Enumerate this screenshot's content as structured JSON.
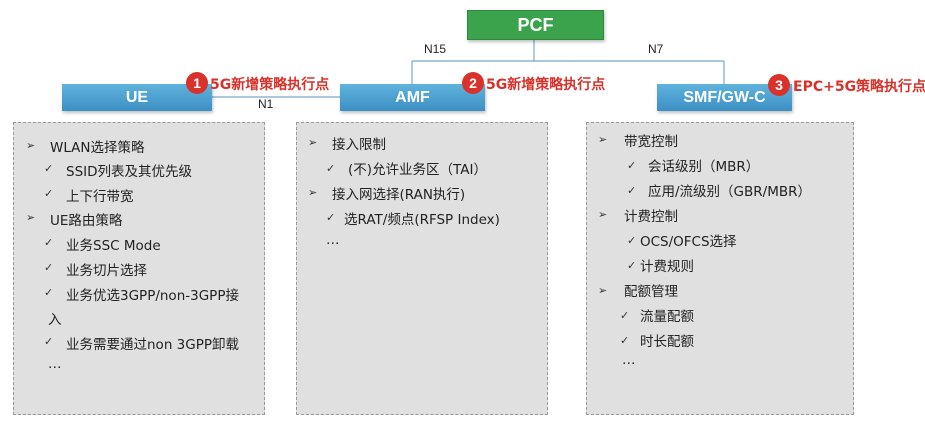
{
  "nodes": {
    "pcf": "PCF",
    "ue": "UE",
    "amf": "AMF",
    "smf": "SMF/GW-C"
  },
  "interfaces": {
    "n15": "N15",
    "n7": "N7",
    "n1": "N1"
  },
  "points": [
    {
      "num": "1",
      "label": "5G新增策略执行点"
    },
    {
      "num": "2",
      "label": "5G新增策略执行点"
    },
    {
      "num": "3",
      "label": "EPC+5G策略执行点"
    }
  ],
  "markers": {
    "level1": "➢",
    "level2": "✓"
  },
  "panels": {
    "ue": {
      "wlan": "WLAN选择策略",
      "ssid": "SSID列表及其优先级",
      "updown": "上下行带宽",
      "route": "UE路由策略",
      "ssc": "业务SSC Mode",
      "slice": "业务切片选择",
      "prefer_a": "业务优选3GPP/non-3GPP接",
      "prefer_b": "入",
      "offload": "业务需要通过non 3GPP卸载",
      "more": "…"
    },
    "amf": {
      "access": "接入限制",
      "tai": "(不)允许业务区（TAI）",
      "ran": "接入网选择(RAN执行)",
      "rfsp": "选RAT/频点(RFSP Index)",
      "more": "…"
    },
    "smf": {
      "bw": "带宽控制",
      "session": "会话级别（MBR）",
      "app": "应用/流级别（GBR/MBR）",
      "charge": "计费控制",
      "ocs": "OCS/OFCS选择",
      "rule": "计费规则",
      "quota": "配额管理",
      "flow": "流量配额",
      "time": "时长配额",
      "more": "…"
    }
  }
}
